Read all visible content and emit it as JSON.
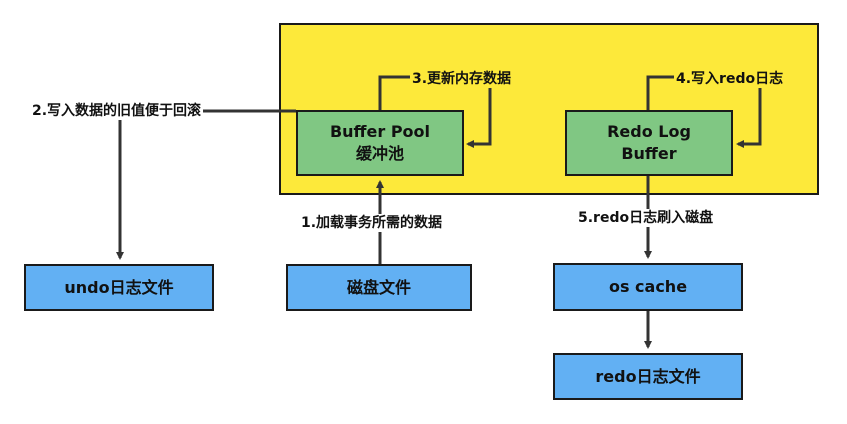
{
  "diagram": {
    "buffer_pool": {
      "line1": "Buffer Pool",
      "line2": "缓冲池"
    },
    "redo_log_buffer": {
      "line1": "Redo Log",
      "line2": "Buffer"
    },
    "undo_file": "undo日志文件",
    "disk_file": "磁盘文件",
    "os_cache": "os cache",
    "redo_file": "redo日志文件",
    "steps": {
      "step1": "1.加载事务所需的数据",
      "step2": "2.写入数据的旧值便于回滚",
      "step3": "3.更新内存数据",
      "step4": "4.写入redo日志",
      "step5": "5.redo日志刷入磁盘"
    },
    "colors": {
      "yellow": "#fde93a",
      "green": "#80c783",
      "blue": "#62b0f3",
      "line": "#333333"
    }
  }
}
